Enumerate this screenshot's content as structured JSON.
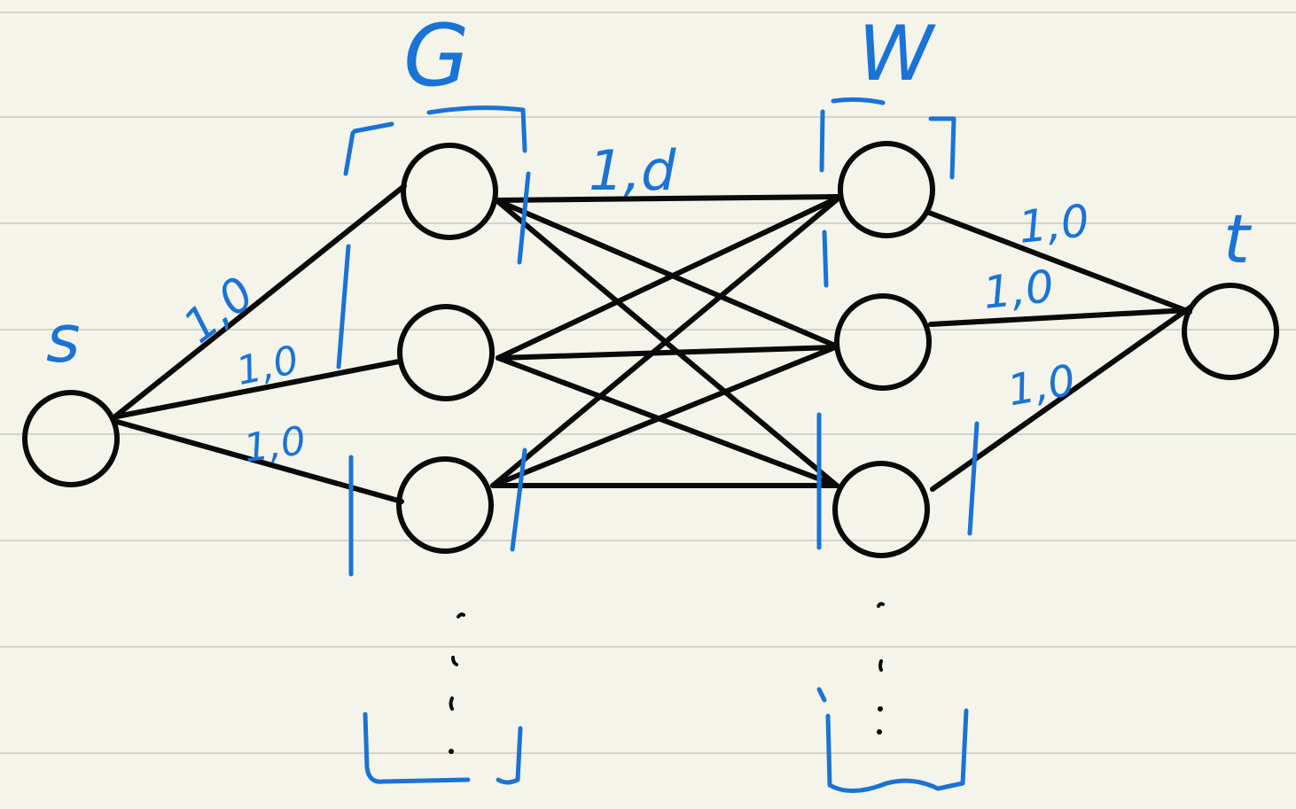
{
  "labels": {
    "source": "s",
    "sink": "t",
    "group_g": "G",
    "group_w": "W"
  },
  "edge_labels": {
    "s_g1": "1,0",
    "s_g2": "1,0",
    "s_g3": "1,0",
    "g_w": "1,d",
    "w1_t": "1,0",
    "w2_t": "1,0",
    "w3_t": "1,0"
  },
  "colors": {
    "paper": "#f5f4ea",
    "rule_line": "#d4d4cc",
    "graph_ink": "#0a0a0a",
    "annotation_ink": "#1a73d6"
  }
}
